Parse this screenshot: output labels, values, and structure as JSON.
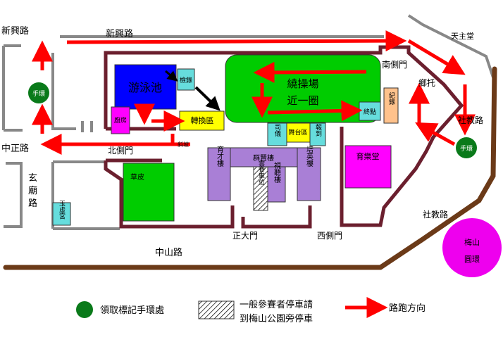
{
  "roads": {
    "xinxing_left": "新興路",
    "xinxing_top": "新興路",
    "tianzhutang": "天主堂",
    "zhengzhong": "中正路",
    "xuanmiao": "玄\n廟\n路",
    "zhongshan": "中山路",
    "shejiao_right": "社教路",
    "shejiao_bottom": "社教路",
    "xiang_tuo": "鄉托"
  },
  "gates": {
    "north": "北側門",
    "south": "南側門",
    "zhengda": "正大門",
    "west": "西側門"
  },
  "buildings": {
    "pool": "游泳池",
    "check": "檢錄",
    "kitchen": "廚房",
    "exchange": "轉換區",
    "track_line1": "繞操場",
    "track_line2": "近一圈",
    "finish": "終點",
    "record": "紀錄",
    "stage": "舞台區",
    "emcee": "司儀",
    "report": "報到",
    "lawn": "草皮",
    "yucai": "育才樓",
    "qunxian": "群賢樓",
    "peiying": "培英樓",
    "shiting": "視聽樓",
    "parking": "雲賽車位",
    "music_hall": "育樂堂",
    "yuxu": "玉虛宮",
    "meishan": "梅山\n圓環",
    "slope": "斜坡",
    "wristband": "手環"
  },
  "legend": {
    "wristband_desc": "領取標記手環處",
    "parking_line1": "一般參賽者停車請",
    "parking_line2": "到梅山公園旁停車",
    "route_desc": "路跑方向"
  },
  "colors": {
    "road": "#6b3a18",
    "wall": "#6b1f2e",
    "route": "#ff0000",
    "pool": "#0000ff",
    "track": "#00cc00",
    "yellow": "#ffff00",
    "purple": "#a97fd6",
    "magenta": "#ff00ff",
    "peach": "#ffc28c",
    "cyan": "#66dddd",
    "wristband_fill": "#0a7a1a",
    "meishan": "#ee00ee"
  }
}
